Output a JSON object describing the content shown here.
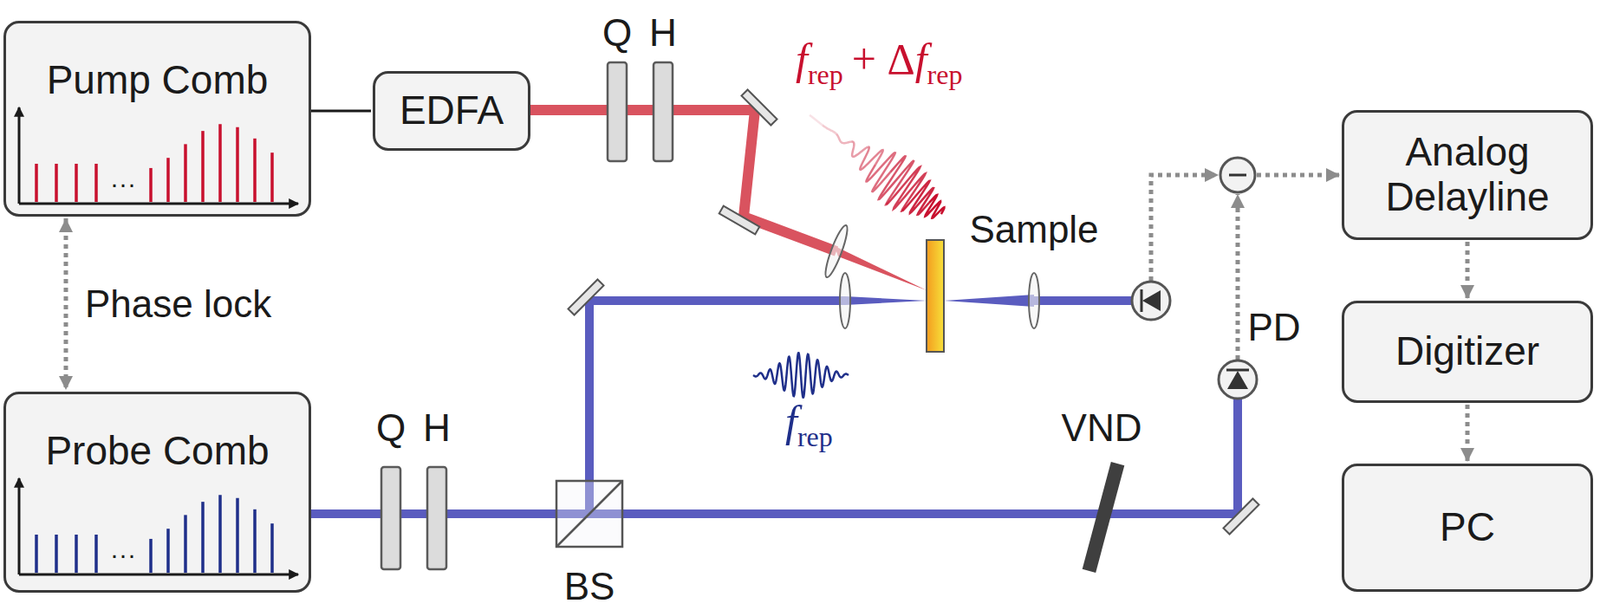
{
  "diagram": {
    "nodes": [
      {
        "text": [
          "Pump Comb"
        ]
      },
      {
        "text": [
          "EDFA"
        ]
      },
      {
        "text": [
          "Probe Comb"
        ]
      },
      {
        "text": [
          "Analog Delayline"
        ]
      },
      {
        "text": [
          "Digitizer"
        ]
      },
      {
        "text": [
          "PC"
        ]
      }
    ],
    "edges": [
      {
        "from": 0,
        "to": 1,
        "arrow": "none"
      },
      {
        "from": 0,
        "to": 2,
        "label": "Phase lock",
        "arrow": "both"
      },
      {
        "from": 3,
        "to": 4,
        "arrow": "to"
      },
      {
        "from": 4,
        "to": 5,
        "arrow": "to"
      }
    ],
    "labels": [
      "Q",
      "H",
      "f",
      "rep",
      "+ Δ",
      "f",
      "rep",
      "Sample",
      "···",
      "···",
      "f",
      "rep",
      "Q",
      "H",
      "BS",
      "VND",
      "PD"
    ]
  }
}
